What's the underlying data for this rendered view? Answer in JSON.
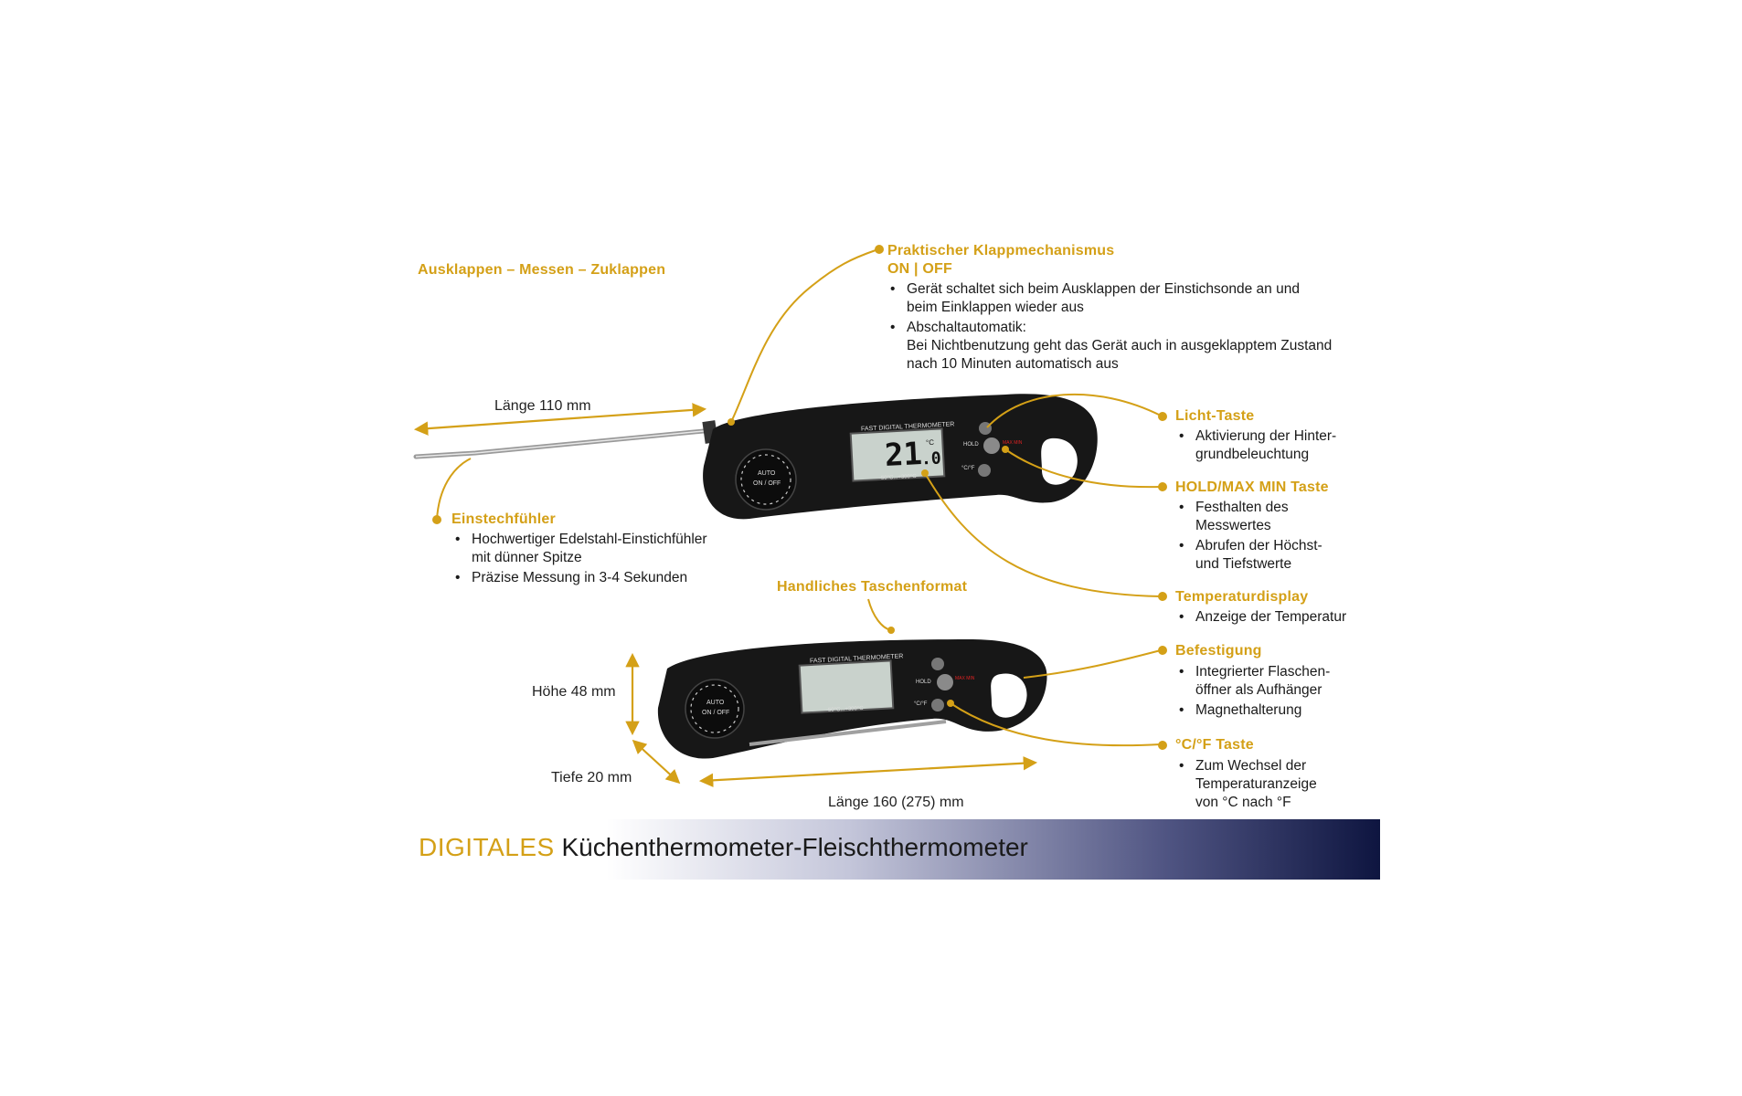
{
  "headline": "Ausklappen – Messen – Zuklappen",
  "measurements": {
    "length_probe": "Länge 110 mm",
    "height": "Höhe 48 mm",
    "depth": "Tiefe 20 mm",
    "length_total": "Länge 160 (275) mm"
  },
  "callouts": {
    "klapp": {
      "title": "Praktischer Klappmechanismus",
      "subtitle": "ON | OFF",
      "items": [
        [
          "Gerät schaltet sich beim Ausklappen der Einstichsonde an und",
          "beim Einklappen wieder aus"
        ],
        [
          "Abschaltautomatik:",
          "Bei Nichtbenutzung geht das Gerät auch in ausgeklapptem Zustand",
          "nach 10 Minuten automatisch aus"
        ]
      ]
    },
    "licht": {
      "title": "Licht-Taste",
      "items": [
        [
          "Aktivierung der Hinter-",
          "grundbeleuchtung"
        ]
      ]
    },
    "hold": {
      "title": "HOLD/MAX MIN Taste",
      "items": [
        [
          "Festhalten des",
          "Messwertes"
        ],
        [
          "Abrufen der Höchst-",
          "und Tiefstwerte"
        ]
      ]
    },
    "display": {
      "title": "Temperaturdisplay",
      "items": [
        [
          "Anzeige der Temperatur"
        ]
      ]
    },
    "befestigung": {
      "title": "Befestigung",
      "items": [
        [
          "Integrierter Flaschen-",
          "öffner als Aufhänger"
        ],
        [
          "Magnethalterung"
        ]
      ]
    },
    "cf": {
      "title": "°C/°F Taste",
      "items": [
        [
          "Zum Wechsel der",
          "Temperaturanzeige",
          "von °C nach °F"
        ]
      ]
    },
    "einstech": {
      "title": "Einstechfühler",
      "items": [
        [
          "Hochwertiger Edelstahl-Einstichfühler",
          "mit dünner Spitze"
        ],
        [
          "Präzise Messung in 3-4 Sekunden"
        ]
      ]
    },
    "tasche": {
      "title": "Handliches Taschenformat"
    }
  },
  "device": {
    "brand_text": "FAST DIGITAL THERMOMETER",
    "reading_big": "21",
    "reading_small": ".0",
    "unit": "°C",
    "range": "-50°C...+300°C",
    "auto_1": "AUTO",
    "auto_2": "ON / OFF",
    "hold_label": "HOLD",
    "maxmin_label": "MAX MIN",
    "cf_label": "°C/°F"
  },
  "banner": {
    "word1": "DIGITALES",
    "word2": "Küchenthermometer-Fleischthermometer"
  },
  "colors": {
    "accent": "#d4a017",
    "device_body": "#151515",
    "lcd": "#c9d2cc",
    "banner_dark": "#0e1540"
  }
}
